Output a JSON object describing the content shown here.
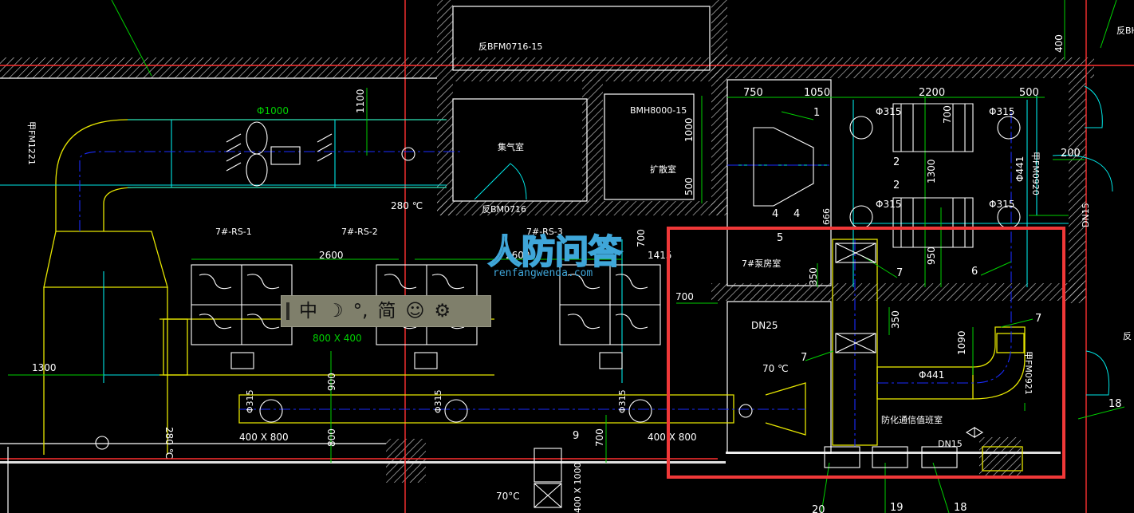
{
  "labels": {
    "door_top": "反BFM0716-15",
    "door_bmh": "BMH8000-15",
    "door_bottom": "反BM0716",
    "door_left": "甲FM1221",
    "door_right_top": "反BH",
    "door_right_mid": "甲FM0920",
    "door_right_low": "甲FM0921",
    "door_right_edge": "反",
    "room_air": "集气室",
    "room_exp": "扩散室",
    "room_pump": "7#泵房室",
    "room_filter": "防化通信值班室",
    "dn25": "DN25",
    "dn15_a": "DN15",
    "dn15_b": "DN15",
    "temp1": "280 ℃",
    "temp2": "280 ℃",
    "temp3": "70 ℃",
    "temp4": "70°C",
    "rs1": "7#-RS-1",
    "rs2": "7#-RS-2",
    "rs3": "7#-RS-3",
    "phi1000": "Φ1000",
    "phi315a": "Φ315",
    "phi315b": "Φ315",
    "phi315c": "Φ315",
    "phi315d": "Φ315",
    "phi315e": "Φ315",
    "phi315f": "Φ315",
    "phi315g": "Φ315",
    "phi441a": "Φ441",
    "phi441b": "Φ441",
    "duct1": "800 X 400",
    "duct2": "400 X 800",
    "duct3": "400 X 800",
    "duct4": "400 X 1000",
    "d2600a": "2600",
    "d2600b": "2600",
    "d1100": "1100",
    "d1300a": "1300",
    "d1300b": "1300",
    "d900": "900",
    "d800": "800",
    "d700a": "700",
    "d700b": "700",
    "d700c": "700",
    "d700d": "700",
    "d750": "750",
    "d1050": "1050",
    "d2200": "2200",
    "d500a": "500",
    "d500b": "500",
    "d1000": "1000",
    "d666": "666",
    "d950": "950",
    "d350a": "350",
    "d350b": "350",
    "d1090": "1090",
    "d200": "200",
    "d400": "400",
    "d1415": "1415",
    "n1": "1",
    "n2a": "2",
    "n2b": "2",
    "n4a": "4",
    "n4b": "4",
    "n5": "5",
    "n6": "6",
    "n7a": "7",
    "n7b": "7",
    "n7c": "7",
    "n9": "9",
    "n18a": "18",
    "n18b": "18",
    "n19": "19",
    "n20": "20"
  },
  "watermark": {
    "main": "人防问答",
    "sub": "renfangwenda.com"
  },
  "ime_toolbar": {
    "lang": "中",
    "moon": "☽",
    "punct": "°,",
    "simp": "简",
    "emoji": "☺",
    "gear": "⚙"
  },
  "colors": {
    "wall": "#ff5a5a",
    "cyan": "#00e6e6",
    "yellow": "#e6e600",
    "green": "#00d000",
    "blue": "#1a2cff",
    "highlight": "#f03838"
  }
}
